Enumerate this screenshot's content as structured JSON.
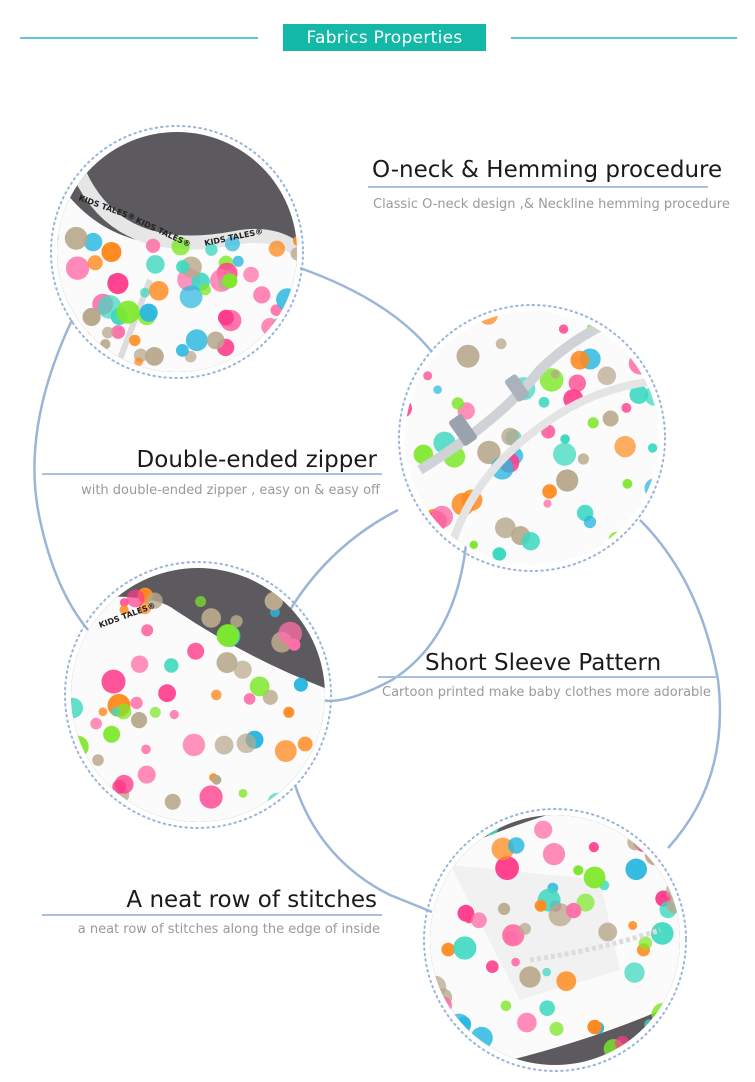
{
  "header": {
    "title": "Fabrics Properties",
    "accent": "#14b8a6",
    "line_color": "#5cc8d8"
  },
  "photos": [
    {
      "name": "neckline-photo",
      "labels": [
        "KIDS TALES®",
        "KIDS TALES®",
        "KIDS TALES®"
      ]
    },
    {
      "name": "zipper-photo"
    },
    {
      "name": "sleeve-photo",
      "labels": [
        "KIDS TALES®"
      ]
    },
    {
      "name": "stitch-photo"
    }
  ],
  "features": [
    {
      "title": "O-neck & Hemming procedure",
      "subtitle": "Classic O-neck design ,& Neckline hemming procedure"
    },
    {
      "title": "Double-ended zipper",
      "subtitle": "with double-ended zipper , easy on & easy off"
    },
    {
      "title": "Short Sleeve Pattern",
      "subtitle": "Cartoon printed  make baby clothes  more  adorable"
    },
    {
      "title": "A neat row of stitches",
      "subtitle": "a neat row of stitches along the edge of inside"
    }
  ],
  "colors": {
    "rule": "#a8c0dc",
    "curve": "#9bb5d8",
    "ring": "#9bb5d8",
    "fabric": "#fbfbfb",
    "backdrop": "#5c5a5e",
    "dots": [
      "#ff3b8a",
      "#ff8a1f",
      "#7ee82a",
      "#2bb8e0",
      "#b8a88c",
      "#ff6fa8",
      "#3fd8c0"
    ]
  }
}
